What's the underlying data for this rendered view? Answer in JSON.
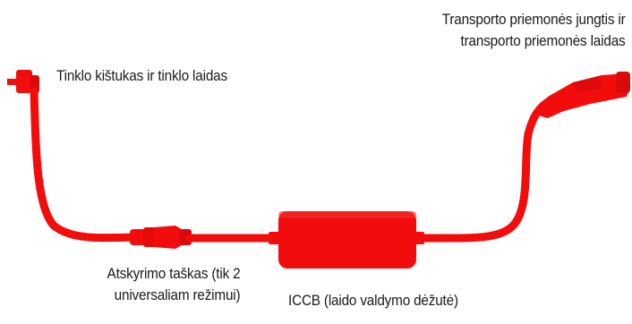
{
  "colors": {
    "cable": "#f20c0c",
    "cable_dark": "#c40808",
    "text": "#1a1a1a"
  },
  "labels": {
    "mains_plug": "Tinklo kištukas ir tinklo laidas",
    "vehicle_connector": [
      "Transporto priemonės jungtis ir",
      "transporto priemonės laidas"
    ],
    "disconnect_point": [
      "Atskyrimo taškas (tik 2",
      "universaliam režimui)"
    ],
    "iccb": "ICCB (laido valdymo dėžutė)"
  }
}
